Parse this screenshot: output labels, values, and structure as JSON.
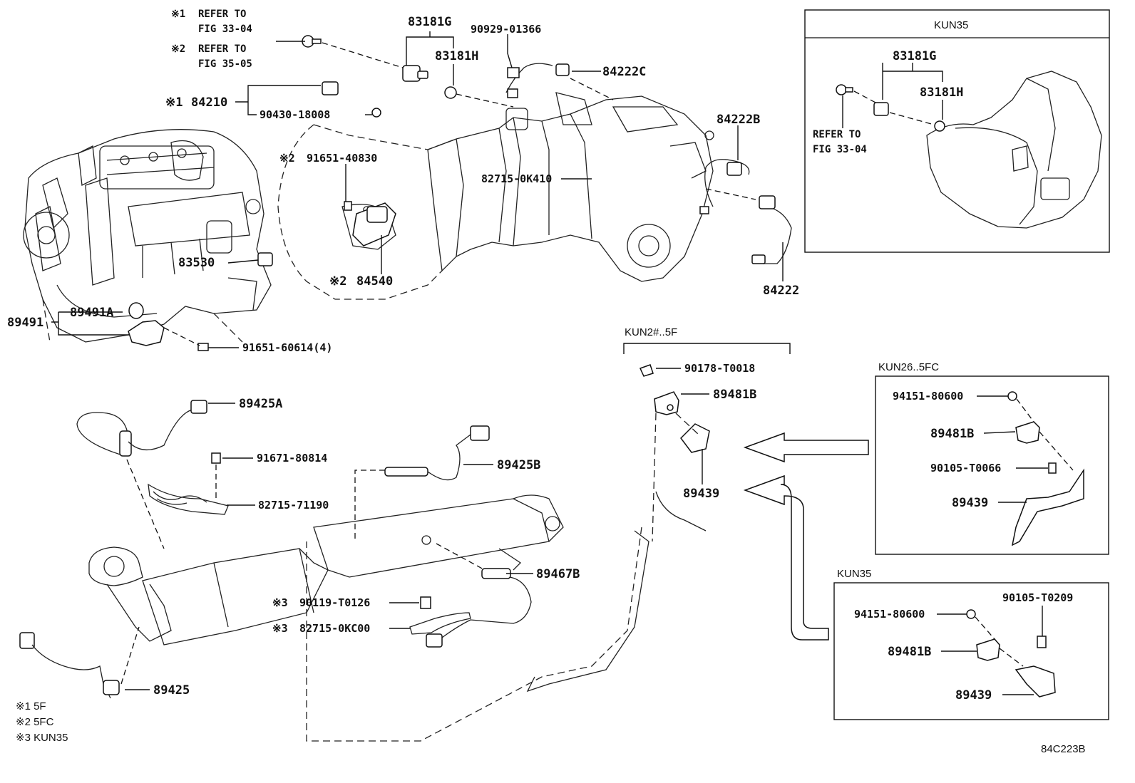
{
  "diagram": {
    "code": "84C223B",
    "footnotes": [
      "※1 5F",
      "※2 5FC",
      "※3 KUN35"
    ],
    "refers": {
      "r1_mark": "※1",
      "r1_line1": "REFER TO",
      "r1_line2": "FIG 33-04",
      "r2_mark": "※2",
      "r2_line1": "REFER TO",
      "r2_line2": "FIG 35-05"
    },
    "parts": {
      "p83181G": "83181G",
      "p83181H": "83181H",
      "p90929": "90929-01366",
      "p84222C": "84222C",
      "p84210_mark": "※1",
      "p84210": "84210",
      "p90430": "90430-18008",
      "p84222B": "84222B",
      "p91651_40830_mark": "※2",
      "p91651_40830": "91651-40830",
      "p82715_0K410": "82715-0K410",
      "p83530": "83530",
      "p84540_mark": "※2",
      "p84540": "84540",
      "p84222": "84222",
      "p89491": "89491",
      "p89491A": "89491A",
      "p91651_60614": "91651-60614(4)",
      "p89425A": "89425A",
      "p91671_80814": "91671-80814",
      "p89425B": "89425B",
      "p82715_71190": "82715-71190",
      "p89467B": "89467B",
      "p90119_mark": "※3",
      "p90119": "90119-T0126",
      "p82715_0KC00_mark": "※3",
      "p82715_0KC00": "82715-0KC00",
      "p89425": "89425"
    },
    "kun2_5f": {
      "title": "KUN2#..5F",
      "p90178": "90178-T0018",
      "p89481B": "89481B",
      "p89439": "89439"
    },
    "inset_kun35_top": {
      "title": "KUN35",
      "p83181G": "83181G",
      "p83181H": "83181H",
      "refer1": "REFER TO",
      "refer2": "FIG 33-04"
    },
    "inset_kun26": {
      "title": "KUN26..5FC",
      "p94151": "94151-80600",
      "p89481B": "89481B",
      "p90105": "90105-T0066",
      "p89439": "89439"
    },
    "inset_kun35_bottom": {
      "title": "KUN35",
      "p90105": "90105-T0209",
      "p94151": "94151-80600",
      "p89481B": "89481B",
      "p89439": "89439"
    }
  }
}
